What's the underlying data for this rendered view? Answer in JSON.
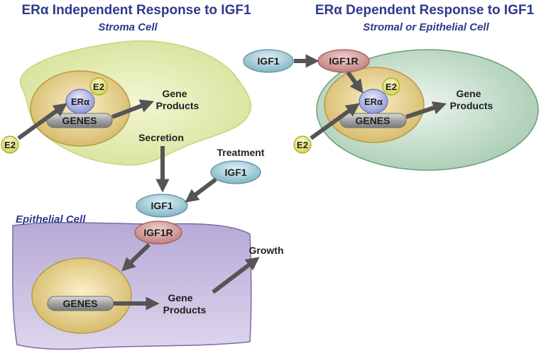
{
  "titles": {
    "left": "ERα Independent Response to IGF1",
    "left_sub": "Stroma Cell",
    "right": "ERα Dependent Response to IGF1",
    "right_sub": "Stromal or Epithelial Cell",
    "epithelial": "Epithelial Cell"
  },
  "molecules": {
    "e2": "E2",
    "era": "ERα",
    "genes": "GENES",
    "igf1": "IGF1",
    "igf1r": "IGF1R"
  },
  "labels": {
    "gene_line1": "Gene",
    "gene_line2": "Products",
    "secretion": "Secretion",
    "treatment": "Treatment",
    "growth": "Growth"
  },
  "colors": {
    "title_blue": "#2e3a8c",
    "stroma_fill": "#e4ecb8",
    "right_cell_fill": "#cfe3d6",
    "epithelial_fill": "#c9bedd",
    "nucleus_fill": "#e7d49a",
    "igf1_fill": "#a7d0dc",
    "igf1r_fill": "#d49a98",
    "era_fill": "#aab2e2",
    "e2_fill": "#e9ea86",
    "genes_fill": "#9a9a9a",
    "arrow": "#555555"
  }
}
